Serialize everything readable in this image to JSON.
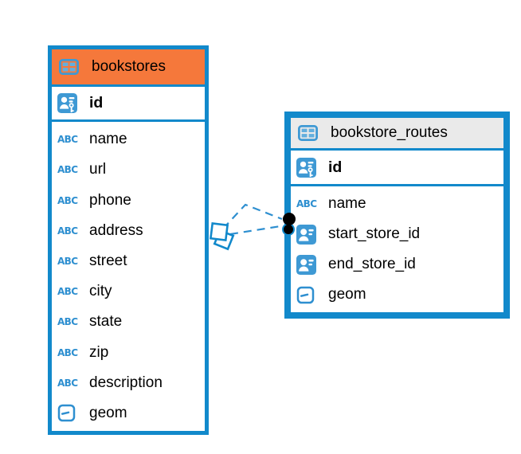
{
  "icons": {
    "text_type_label": "ABC"
  },
  "colors": {
    "table_border_blue": "#1289cb",
    "relationship_line_blue": "#2e8fd0",
    "icon_blue": "#3e99d4",
    "icon_cell_blue": "#63afde",
    "text_type_blue": "#2e8fd0",
    "selected_header_orange": "#f5783b",
    "header_gray": "#eaeaea",
    "marker_dot_black": "#000000"
  },
  "diagram": {
    "tables": [
      {
        "name": "bookstores",
        "header_style": "orange-highlight",
        "primary_key": {
          "name": "id",
          "type_icon": "primary-key"
        },
        "columns": [
          {
            "name": "name",
            "type_icon": "text"
          },
          {
            "name": "url",
            "type_icon": "text"
          },
          {
            "name": "phone",
            "type_icon": "text"
          },
          {
            "name": "address",
            "type_icon": "text"
          },
          {
            "name": "street",
            "type_icon": "text"
          },
          {
            "name": "city",
            "type_icon": "text"
          },
          {
            "name": "state",
            "type_icon": "text"
          },
          {
            "name": "zip",
            "type_icon": "text"
          },
          {
            "name": "description",
            "type_icon": "text"
          },
          {
            "name": "geom",
            "type_icon": "geometry"
          }
        ]
      },
      {
        "name": "bookstore_routes",
        "header_style": "gray",
        "primary_key": {
          "name": "id",
          "type_icon": "primary-key"
        },
        "columns": [
          {
            "name": "name",
            "type_icon": "text"
          },
          {
            "name": "start_store_id",
            "type_icon": "reference"
          },
          {
            "name": "end_store_id",
            "type_icon": "reference"
          },
          {
            "name": "geom",
            "type_icon": "geometry"
          }
        ]
      }
    ],
    "relationships": [
      {
        "from": "bookstores",
        "to": "bookstore_routes",
        "style": "dashed"
      },
      {
        "from": "bookstores",
        "to": "bookstore_routes",
        "style": "dashed"
      }
    ]
  }
}
